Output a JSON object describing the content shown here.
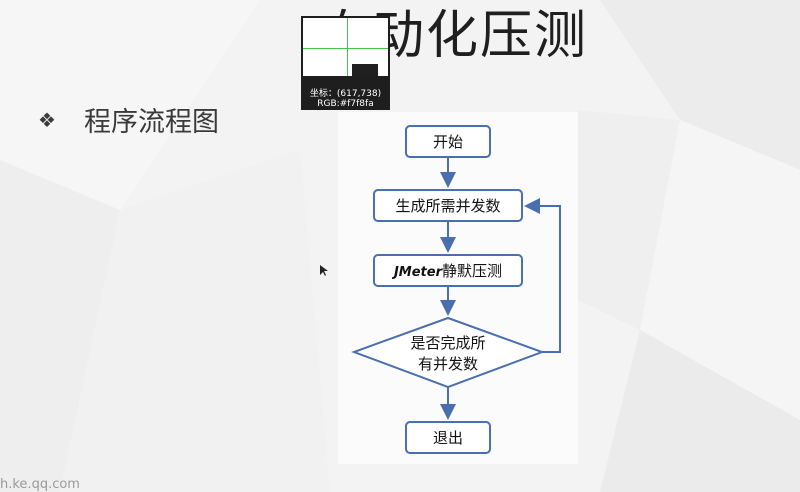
{
  "slide": {
    "title": "自动化压测",
    "bullet_glyph": "❖",
    "bullet_text": "程序流程图"
  },
  "flowchart": {
    "start": "开始",
    "generate": "生成所需并发数",
    "jmeter_prefix": "JMeter",
    "jmeter_suffix": "静默压测",
    "decision_line1": "是否完成所",
    "decision_line2": "有并发数",
    "end": "退出",
    "stroke_color": "#4a6fae"
  },
  "color_picker": {
    "coords": "坐标：(617,738)",
    "rgb": "RGB:#f7f8fa"
  },
  "watermark": "h.ke.qq.com",
  "icons": {
    "bullet": "diamond-bullet-icon",
    "cursor": "mouse-pointer-icon"
  }
}
